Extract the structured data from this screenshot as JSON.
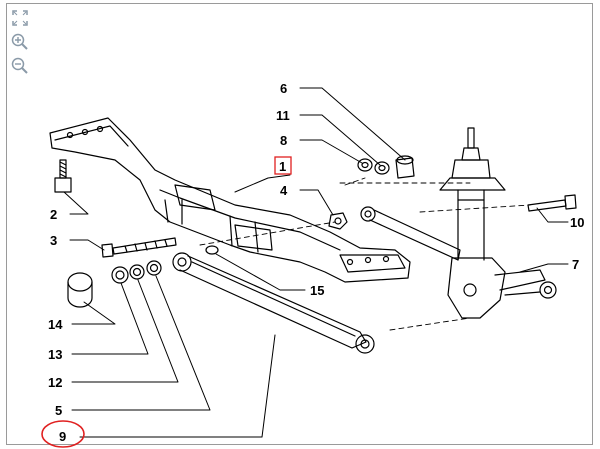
{
  "toolbar": {
    "fit_icon": "fit-to-window-icon",
    "zoom_in_icon": "zoom-in-icon",
    "zoom_out_icon": "zoom-out-icon"
  },
  "callouts": [
    {
      "id": "1",
      "text": "1",
      "boxed": true,
      "box_color": "#e02020"
    },
    {
      "id": "2",
      "text": "2"
    },
    {
      "id": "3",
      "text": "3"
    },
    {
      "id": "4",
      "text": "4"
    },
    {
      "id": "5",
      "text": "5"
    },
    {
      "id": "6",
      "text": "6"
    },
    {
      "id": "7",
      "text": "7"
    },
    {
      "id": "8",
      "text": "8"
    },
    {
      "id": "9",
      "text": "9",
      "circled": true,
      "circle_color": "#e02020"
    },
    {
      "id": "10",
      "text": "10"
    },
    {
      "id": "11",
      "text": "11"
    },
    {
      "id": "12",
      "text": "12"
    },
    {
      "id": "13",
      "text": "13"
    },
    {
      "id": "14",
      "text": "14"
    },
    {
      "id": "15",
      "text": "15"
    }
  ],
  "colors": {
    "ink": "#000000",
    "highlight": "#e02020",
    "frame": "#9a9a9a",
    "toolbar_icon": "#8a9aa8"
  }
}
